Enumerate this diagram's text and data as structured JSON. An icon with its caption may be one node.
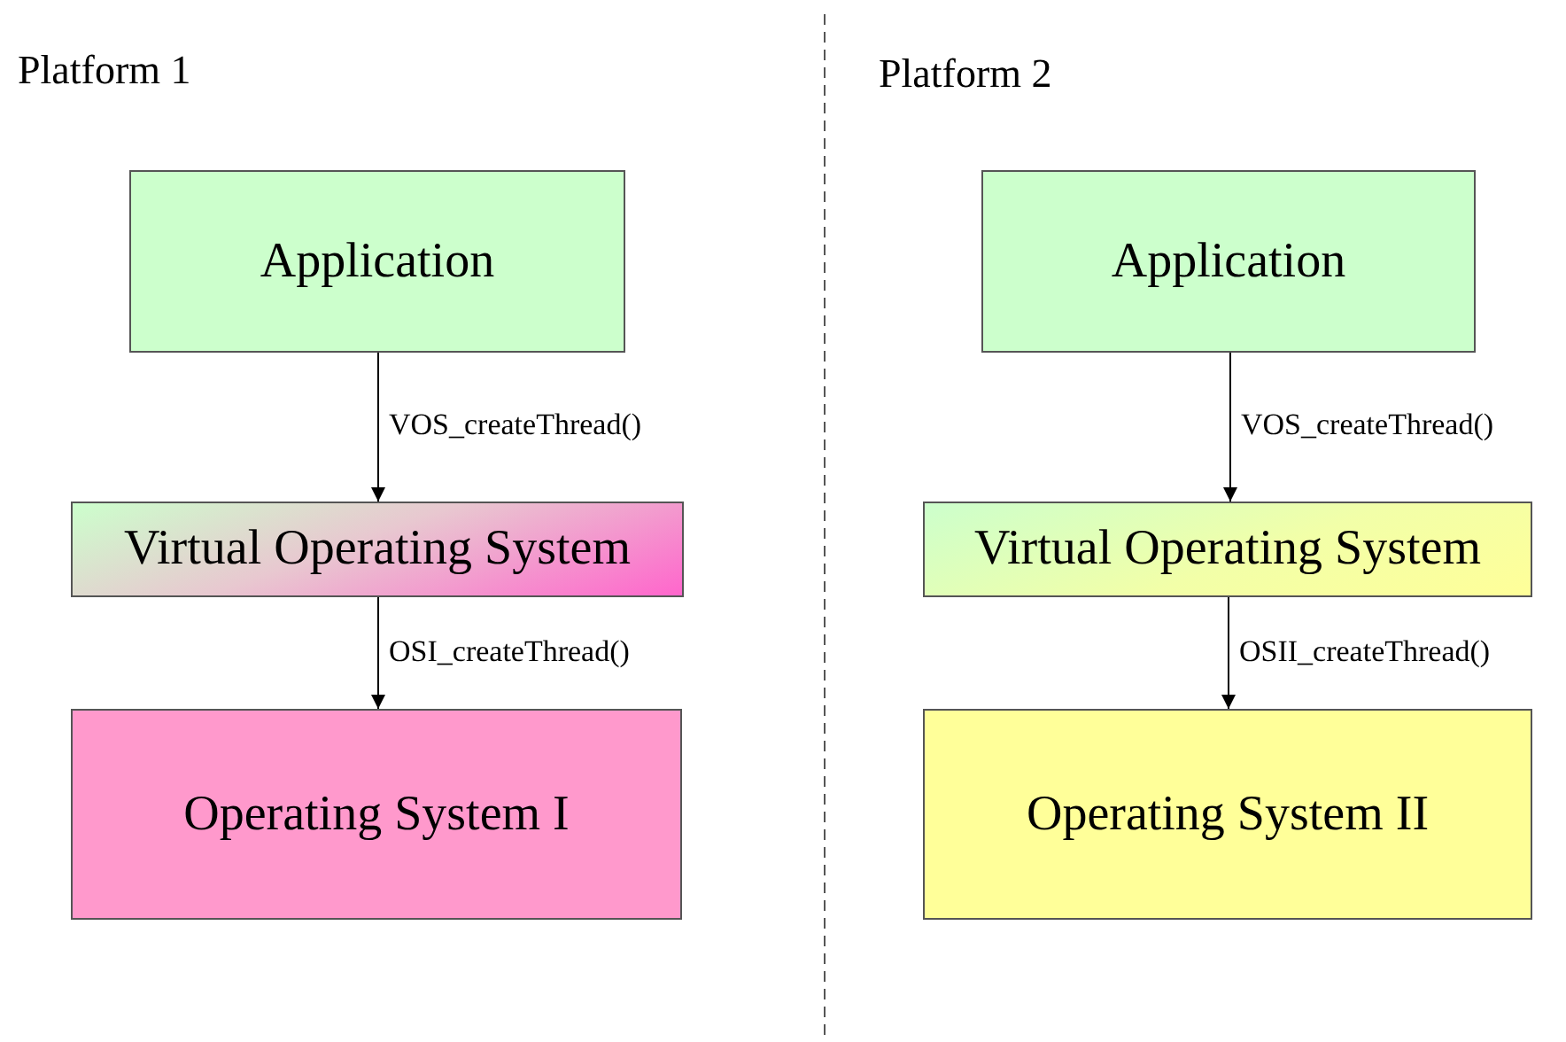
{
  "diagram": {
    "nodes": [
      {
        "text": [
          "Application"
        ]
      },
      {
        "text": [
          "Virtual Operating System"
        ]
      },
      {
        "text": [
          "Operating System I"
        ]
      },
      {
        "text": [
          "Application"
        ]
      },
      {
        "text": [
          "Virtual Operating System"
        ]
      },
      {
        "text": [
          "Operating System II"
        ]
      }
    ],
    "edges": [
      {
        "from": 0,
        "to": 1,
        "arrow": "to",
        "label": "VOS_createThread()"
      },
      {
        "from": 1,
        "to": 2,
        "arrow": "to",
        "label": "OSI_createThread()"
      },
      {
        "from": 3,
        "to": 4,
        "arrow": "to",
        "label": "VOS_createThread()"
      },
      {
        "from": 4,
        "to": 5,
        "arrow": "to",
        "label": "OSII_createThread()"
      }
    ],
    "labels": [
      "Platform 1",
      "Platform 2"
    ]
  }
}
